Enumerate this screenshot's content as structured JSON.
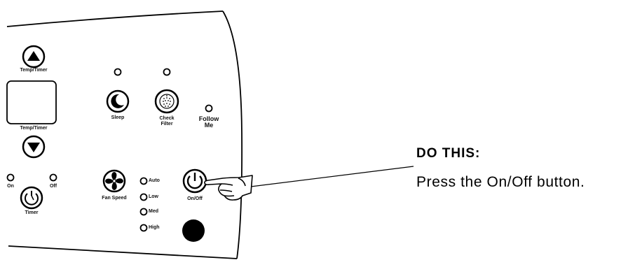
{
  "panel": {
    "up_button_label": "Temp/Timer",
    "down_button_label": "Temp/Timer",
    "timer_on_label": "On",
    "timer_off_label": "Off",
    "timer_label": "Timer",
    "sleep_label": "Sleep",
    "check_filter_label_line1": "Check",
    "check_filter_label_line2": "Filter",
    "follow_me_label_line1": "Follow",
    "follow_me_label_line2": "Me",
    "fan_speed_label": "Fan Speed",
    "fan_options": [
      "Auto",
      "Low",
      "Med",
      "High"
    ],
    "onoff_label": "On/Off"
  },
  "instruction": {
    "title": "DO THIS:",
    "text": "Press the On/Off button."
  },
  "icons": [
    "up-arrow-icon",
    "down-arrow-icon",
    "timer-icon",
    "moon-icon",
    "filter-icon",
    "fan-icon",
    "power-icon",
    "pointing-hand-icon"
  ]
}
